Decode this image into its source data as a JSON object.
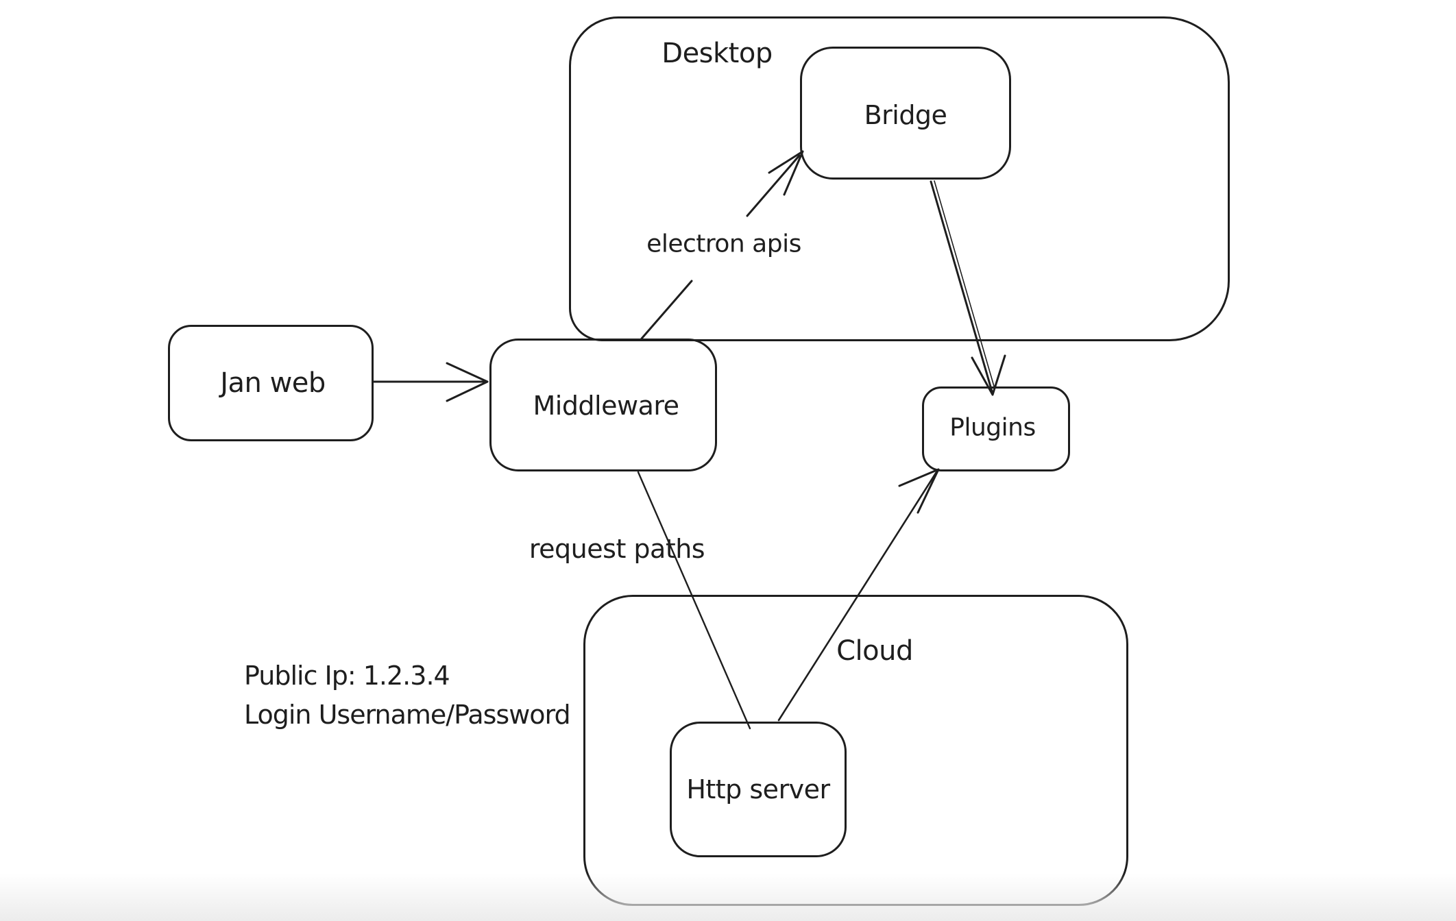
{
  "colors": {
    "stroke": "#1e1e1e",
    "background": "#ffffff",
    "bottom_fade": "#ececec"
  },
  "containers": {
    "desktop": {
      "label": "Desktop"
    },
    "cloud": {
      "label": "Cloud"
    }
  },
  "nodes": {
    "jan_web": {
      "label": "Jan web"
    },
    "middleware": {
      "label": "Middleware"
    },
    "bridge": {
      "label": "Bridge"
    },
    "plugins": {
      "label": "Plugins"
    },
    "http_server": {
      "label": "Http server"
    }
  },
  "edges": {
    "jan_web_to_middleware": {
      "from": "jan_web",
      "to": "middleware",
      "arrowhead": "end"
    },
    "middleware_to_bridge": {
      "from": "middleware",
      "to": "bridge",
      "arrowhead": "end",
      "label": "electron apis"
    },
    "bridge_to_plugins": {
      "from": "bridge",
      "to": "plugins",
      "arrowhead": "end"
    },
    "middleware_to_http_server": {
      "from": "middleware",
      "to": "http_server",
      "arrowhead": "none",
      "label": "request paths"
    },
    "http_server_to_plugins": {
      "from": "http_server",
      "to": "plugins",
      "arrowhead": "end"
    }
  },
  "notes": {
    "public_ip": "Public Ip: 1.2.3.4",
    "login": "Login Username/Password"
  }
}
